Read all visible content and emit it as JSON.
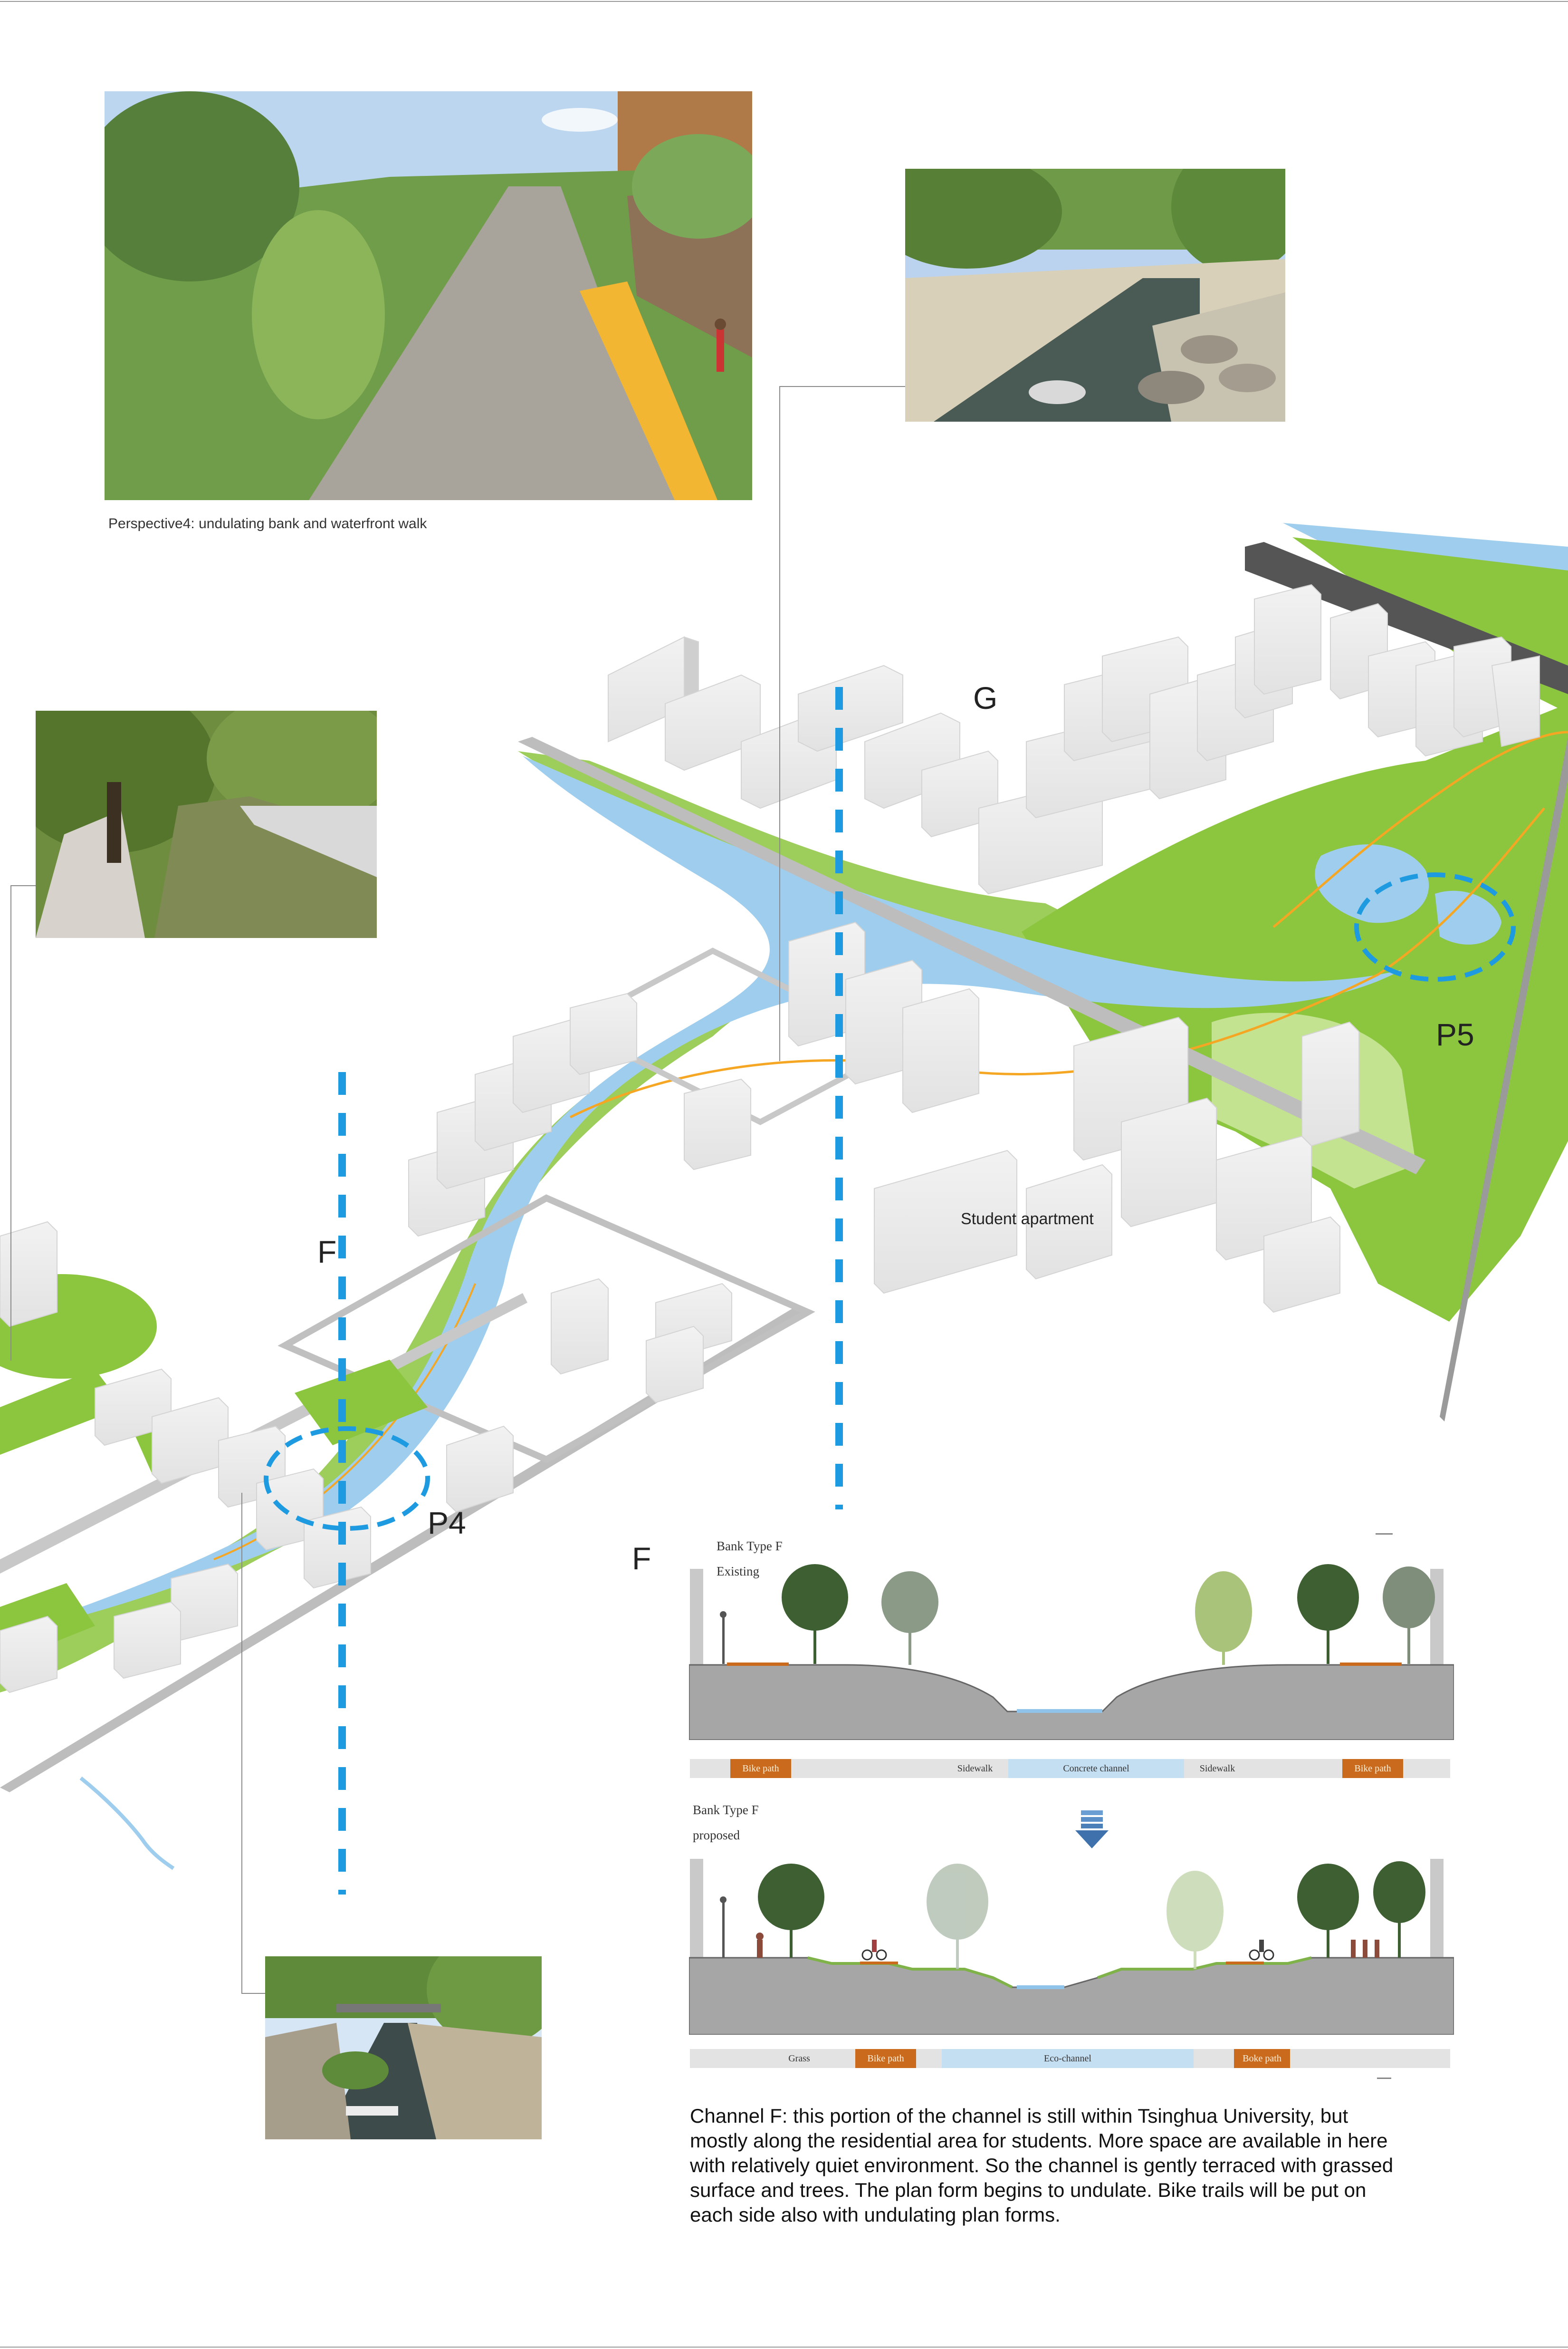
{
  "perspective": {
    "caption": "Perspective4: undulating bank and waterfront walk"
  },
  "map_labels": {
    "g": "G",
    "p5": "P5",
    "f_map": "F",
    "p4": "P4",
    "student_apartment": "Student apartment"
  },
  "section": {
    "marker": "F",
    "existing_title_1": "Bank Type F",
    "existing_title_2": "Existing",
    "proposed_title_1": "Bank Type F",
    "proposed_title_2": "proposed",
    "existing_strip": [
      "Bike path",
      "Sidewalk",
      "Concrete channel",
      "Sidewalk",
      "Bike path"
    ],
    "proposed_strip": [
      "Grass",
      "Bike path",
      "Eco-channel",
      "Boke path"
    ]
  },
  "description": {
    "line1": "Channel F: this portion of the channel is still within Tsinghua University, but",
    "line2": "mostly along the residential area for students. More space are available in here",
    "line3": "with relatively quiet environment. So the channel is gently terraced with grassed",
    "line4": "surface and trees. The plan form begins to undulate. Bike trails will be put on",
    "line5": "each side also with undulating plan forms."
  },
  "colors": {
    "grass": "#8cc63f",
    "water": "#9fcdee",
    "dash_blue": "#1e9be0",
    "bike_orange": "#c96a1c",
    "building": "#e6e6e6"
  },
  "icons": [
    "down-arrow-icon",
    "tree-icon",
    "person-icon",
    "cyclist-icon",
    "lamp-post-icon"
  ]
}
